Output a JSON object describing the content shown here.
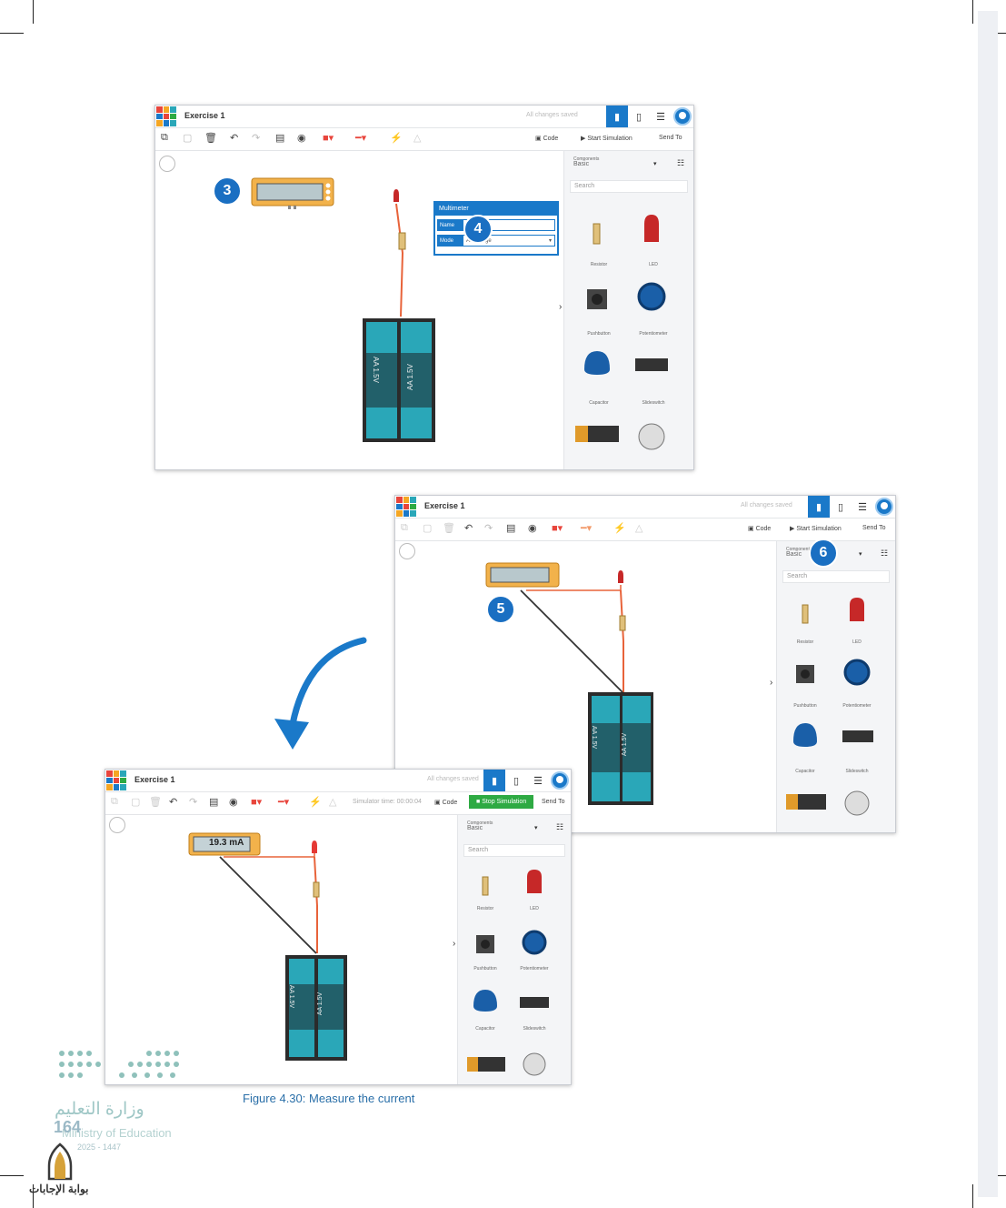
{
  "caption": "Figure 4.30: Measure the current",
  "ministry": {
    "arabic": "وزارة التعليم",
    "english": "Ministry of Education",
    "years": "2025 - 1447"
  },
  "page_number": "164",
  "watermark": "بوابة الإجابات",
  "colors": {
    "accent": "#1a79c9",
    "badge": "#1a6fc2",
    "wire_red": "#e8633a",
    "battery": "#2aa7b8",
    "sim_green": "#2eaa43"
  },
  "app": {
    "title": "Exercise 1",
    "saved_status": "All changes saved",
    "code_label": "Code",
    "start_simulation": "Start Simulation",
    "stop_simulation": "Stop Simulation",
    "send_to": "Send To",
    "components_label": "Components",
    "components_value": "Basic",
    "search_placeholder": "Search",
    "simulator_time": "Simulator time: 00:00:04"
  },
  "components": [
    {
      "label": "Resistor",
      "icon": "resistor-icon"
    },
    {
      "label": "LED",
      "icon": "led-icon"
    },
    {
      "label": "Pushbutton",
      "icon": "pushbutton-icon"
    },
    {
      "label": "Potentiometer",
      "icon": "potentiometer-icon"
    },
    {
      "label": "Capacitor",
      "icon": "capacitor-icon"
    },
    {
      "label": "Slideswitch",
      "icon": "slideswitch-icon"
    }
  ],
  "battery_label": "AA 1.5V",
  "multimeter_dialog": {
    "title": "Multimeter",
    "name_label": "Name",
    "name_value": "1",
    "mode_label": "Mode",
    "mode_value": "Amperage"
  },
  "multimeter_reading": "19.3 mA",
  "steps": [
    "3",
    "4",
    "5",
    "6"
  ]
}
